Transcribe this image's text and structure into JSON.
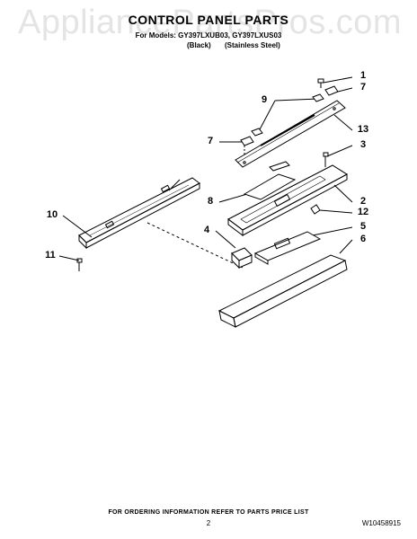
{
  "watermark": "AppliancePartsPros.com",
  "title": "CONTROL PANEL PARTS",
  "models_line": "For Models: GY397LXUB03, GY397LXUS03",
  "variants": [
    "(Black)",
    "(Stainless Steel)"
  ],
  "callouts": {
    "c1": "1",
    "c7a": "7",
    "c9": "9",
    "c13": "13",
    "c7b": "7",
    "c3": "3",
    "c8": "8",
    "c2": "2",
    "c10": "10",
    "c12": "12",
    "c4": "4",
    "c5": "5",
    "c6": "6",
    "c11": "11"
  },
  "footer": "FOR ORDERING INFORMATION REFER TO PARTS PRICE LIST",
  "page_number": "2",
  "doc_number": "W10458915"
}
